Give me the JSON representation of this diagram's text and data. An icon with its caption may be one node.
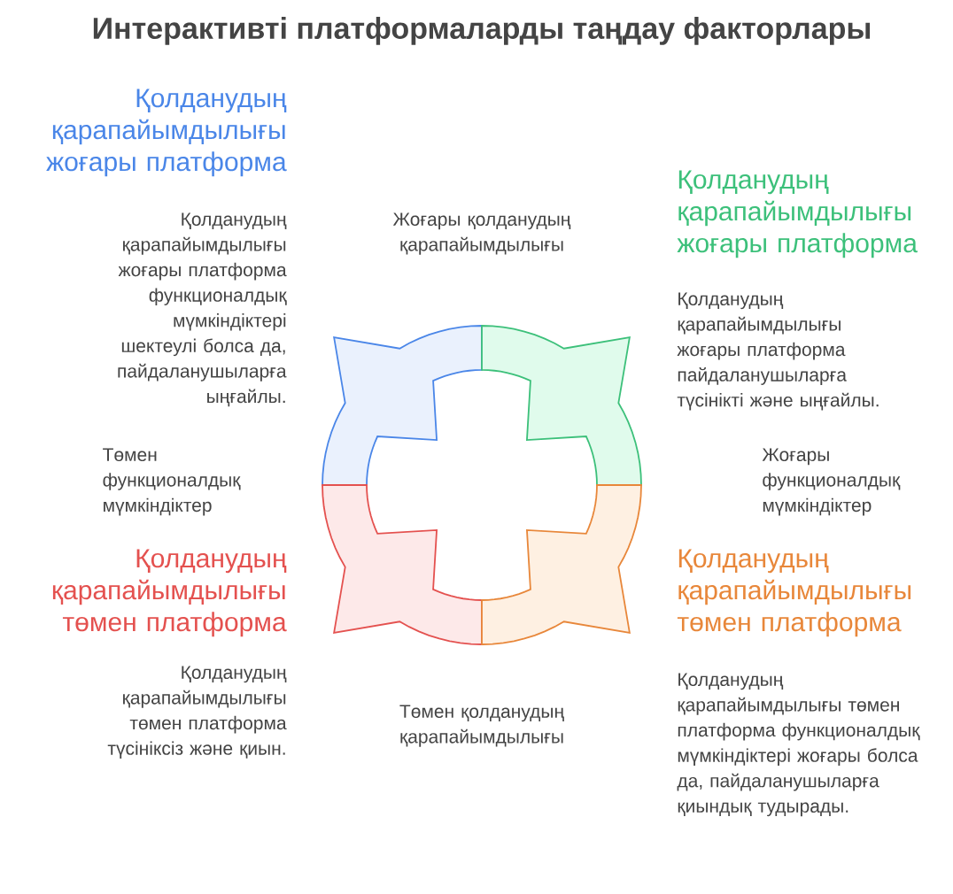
{
  "diagram": {
    "title": "Интерактивті платформаларды таңдау факторлары",
    "labels": [
      "Қолданудың қарапайымдылығы жоғары платформа",
      "Қолданудың қарапайымдылығы жоғары платформа функционалдық мүмкіндіктері шектеулі болса да, пайдаланушыларға ыңғайлы.",
      "Жоғары қолданудың қарапайымдылығы",
      "Қолданудың қарапайымдылығы жоғары платформа",
      "Қолданудың қарапайымдылығы жоғары платформа пайдаланушыларға түсінікті және ыңғайлы.",
      "Төмен функционалдық мүмкіндіктер",
      "Жоғары функционалдық мүмкіндіктер",
      "Қолданудың қарапайымдылығы төмен платформа",
      "Қолданудың қарапайымдылығы төмен платформа",
      "Қолданудың қарапайымдылығы төмен платформа түсініксіз және қиын.",
      "Төмен қолданудың қарапайымдылығы",
      "Қолданудың қарапайымдылығы төмен платформа функционалдық мүмкіндіктері жоғары болса да, пайдаланушыларға қиындық тудырады."
    ]
  }
}
